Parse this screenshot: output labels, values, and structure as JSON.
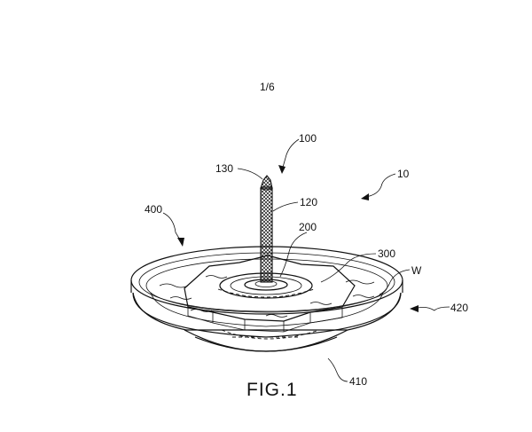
{
  "sheet": {
    "page_number": "1/6",
    "figure_label": "FIG.1"
  },
  "reference_numerals": {
    "assembly": "10",
    "wick": "100",
    "wick_body": "120",
    "wick_tip": "130",
    "holder": "200",
    "fuel_block": "300",
    "bowl": "400",
    "bowl_base": "410",
    "bowl_rim": "420",
    "water": "W"
  },
  "colors": {
    "ink": "#111111",
    "paper": "#ffffff"
  }
}
